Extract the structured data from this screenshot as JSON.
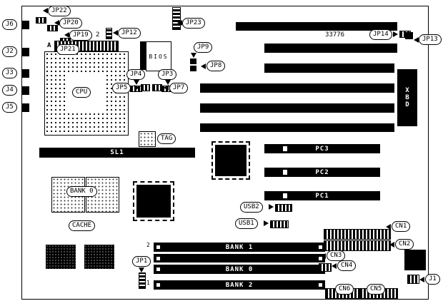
{
  "board": {
    "part_number": "33776",
    "left_edge_connectors": [
      {
        "id": "J6"
      },
      {
        "id": "J2"
      },
      {
        "id": "J3"
      },
      {
        "id": "J4"
      },
      {
        "id": "J5"
      }
    ],
    "jumpers": {
      "jp22": "JP22",
      "jp20": "JP20",
      "jp19": "JP19",
      "jp21": "JP21",
      "jp12": "JP12",
      "jp23": "JP23",
      "jp14": "JP14",
      "jp13": "JP13",
      "jp9": "JP9",
      "jp8": "JP8",
      "jp4": "JP4",
      "jp3": "JP3",
      "jp5": "JP5",
      "jp7": "JP7",
      "jp1": "JP1"
    },
    "markers": {
      "jp19_pin": "2",
      "jp21_pin": "A",
      "simm_top_pin": "2",
      "simm_bottom_pin": "1"
    },
    "chips": {
      "cpu": "CPU",
      "bios": "BIOS",
      "tag": "TAG",
      "xbd": "XBD"
    },
    "slots": {
      "sl1": "SL1",
      "pci": [
        "PC3",
        "PC2",
        "PC1"
      ]
    },
    "memory": {
      "cache_bank_label": "BANK 0",
      "cache_label": "CACHE",
      "simm_banks": [
        "BANK 1",
        "BANK 0",
        "BANK 2"
      ]
    },
    "headers": {
      "usb1": "USB1",
      "usb2": "USB2",
      "cn1": "CN1",
      "cn2": "CN2",
      "cn3": "CN3",
      "cn4": "CN4",
      "cn5": "CN5",
      "cn6": "CN6",
      "j1": "J1"
    }
  }
}
